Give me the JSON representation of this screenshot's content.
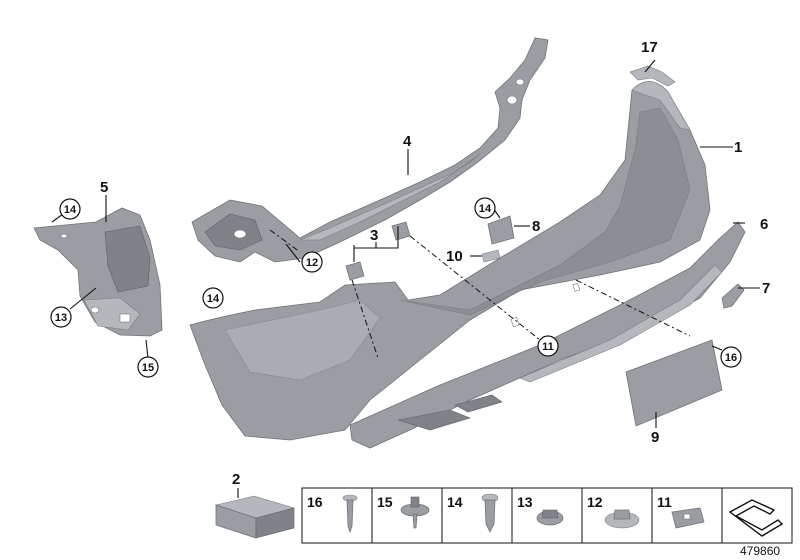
{
  "diagram": {
    "callouts": {
      "p1": "1",
      "p2": "2",
      "p3": "3",
      "p4": "4",
      "p5": "5",
      "p6": "6",
      "p7": "7",
      "p8": "8",
      "p9": "9",
      "p10": "10",
      "p17": "17",
      "c11a": "11",
      "c12a": "12",
      "c13a": "13",
      "c14a": "14",
      "c14b": "14",
      "c14c": "14",
      "c15a": "15",
      "c16a": "16"
    },
    "hardware_table": {
      "cells": [
        "16",
        "15",
        "14",
        "13",
        "12",
        "11"
      ]
    },
    "reference_number": "479860"
  }
}
